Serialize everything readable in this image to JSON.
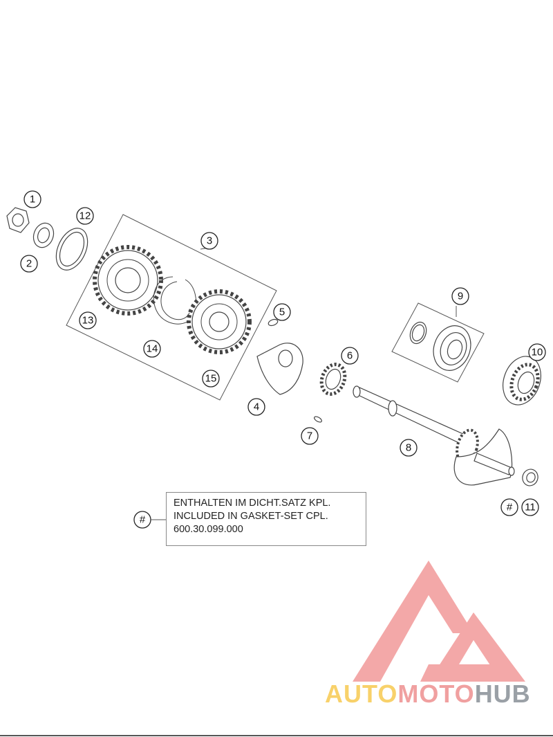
{
  "callouts": {
    "c1": "1",
    "c2": "2",
    "c3": "3",
    "c4": "4",
    "c5": "5",
    "c6": "6",
    "c7": "7",
    "c8": "8",
    "c9": "9",
    "c10": "10",
    "c11": "11",
    "c12": "12",
    "c13": "13",
    "c14": "14",
    "c15": "15",
    "hash_note": "#",
    "hash_part": "#"
  },
  "note": {
    "line1": "ENTHALTEN IM DICHT.SATZ KPL.",
    "line2": "INCLUDED IN GASKET-SET CPL.",
    "line3": "600.30.099.000"
  },
  "watermark": {
    "part1": "AUTO",
    "part2": "MOTO",
    "part3": "HUB",
    "colors": {
      "logo": "#f08c8c",
      "auto": "#f8d16a",
      "moto": "#f0a0a0",
      "hub": "#9aa0a6"
    }
  }
}
